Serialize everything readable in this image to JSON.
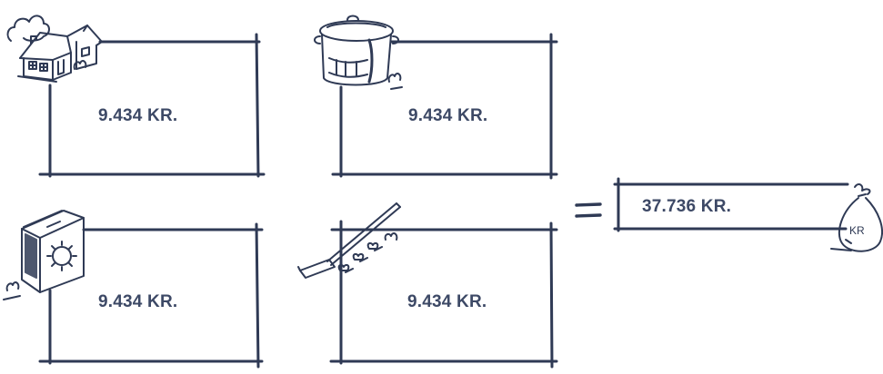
{
  "colors": {
    "ink": "#2f3a55",
    "text": "#3d4966",
    "paper": "#ffffff"
  },
  "boxes": [
    {
      "id": "house",
      "icon": "house-icon",
      "amount": "9.434 KR."
    },
    {
      "id": "pot",
      "icon": "cooking-pot-icon",
      "amount": "9.434 KR."
    },
    {
      "id": "box",
      "icon": "cereal-box-icon",
      "amount": "9.434 KR."
    },
    {
      "id": "tool",
      "icon": "hoe-icon",
      "amount": "9.434 KR."
    }
  ],
  "operator": "=",
  "total": {
    "icon": "money-bag-icon",
    "amount": "37.736 KR.",
    "bag_label": "KR"
  }
}
